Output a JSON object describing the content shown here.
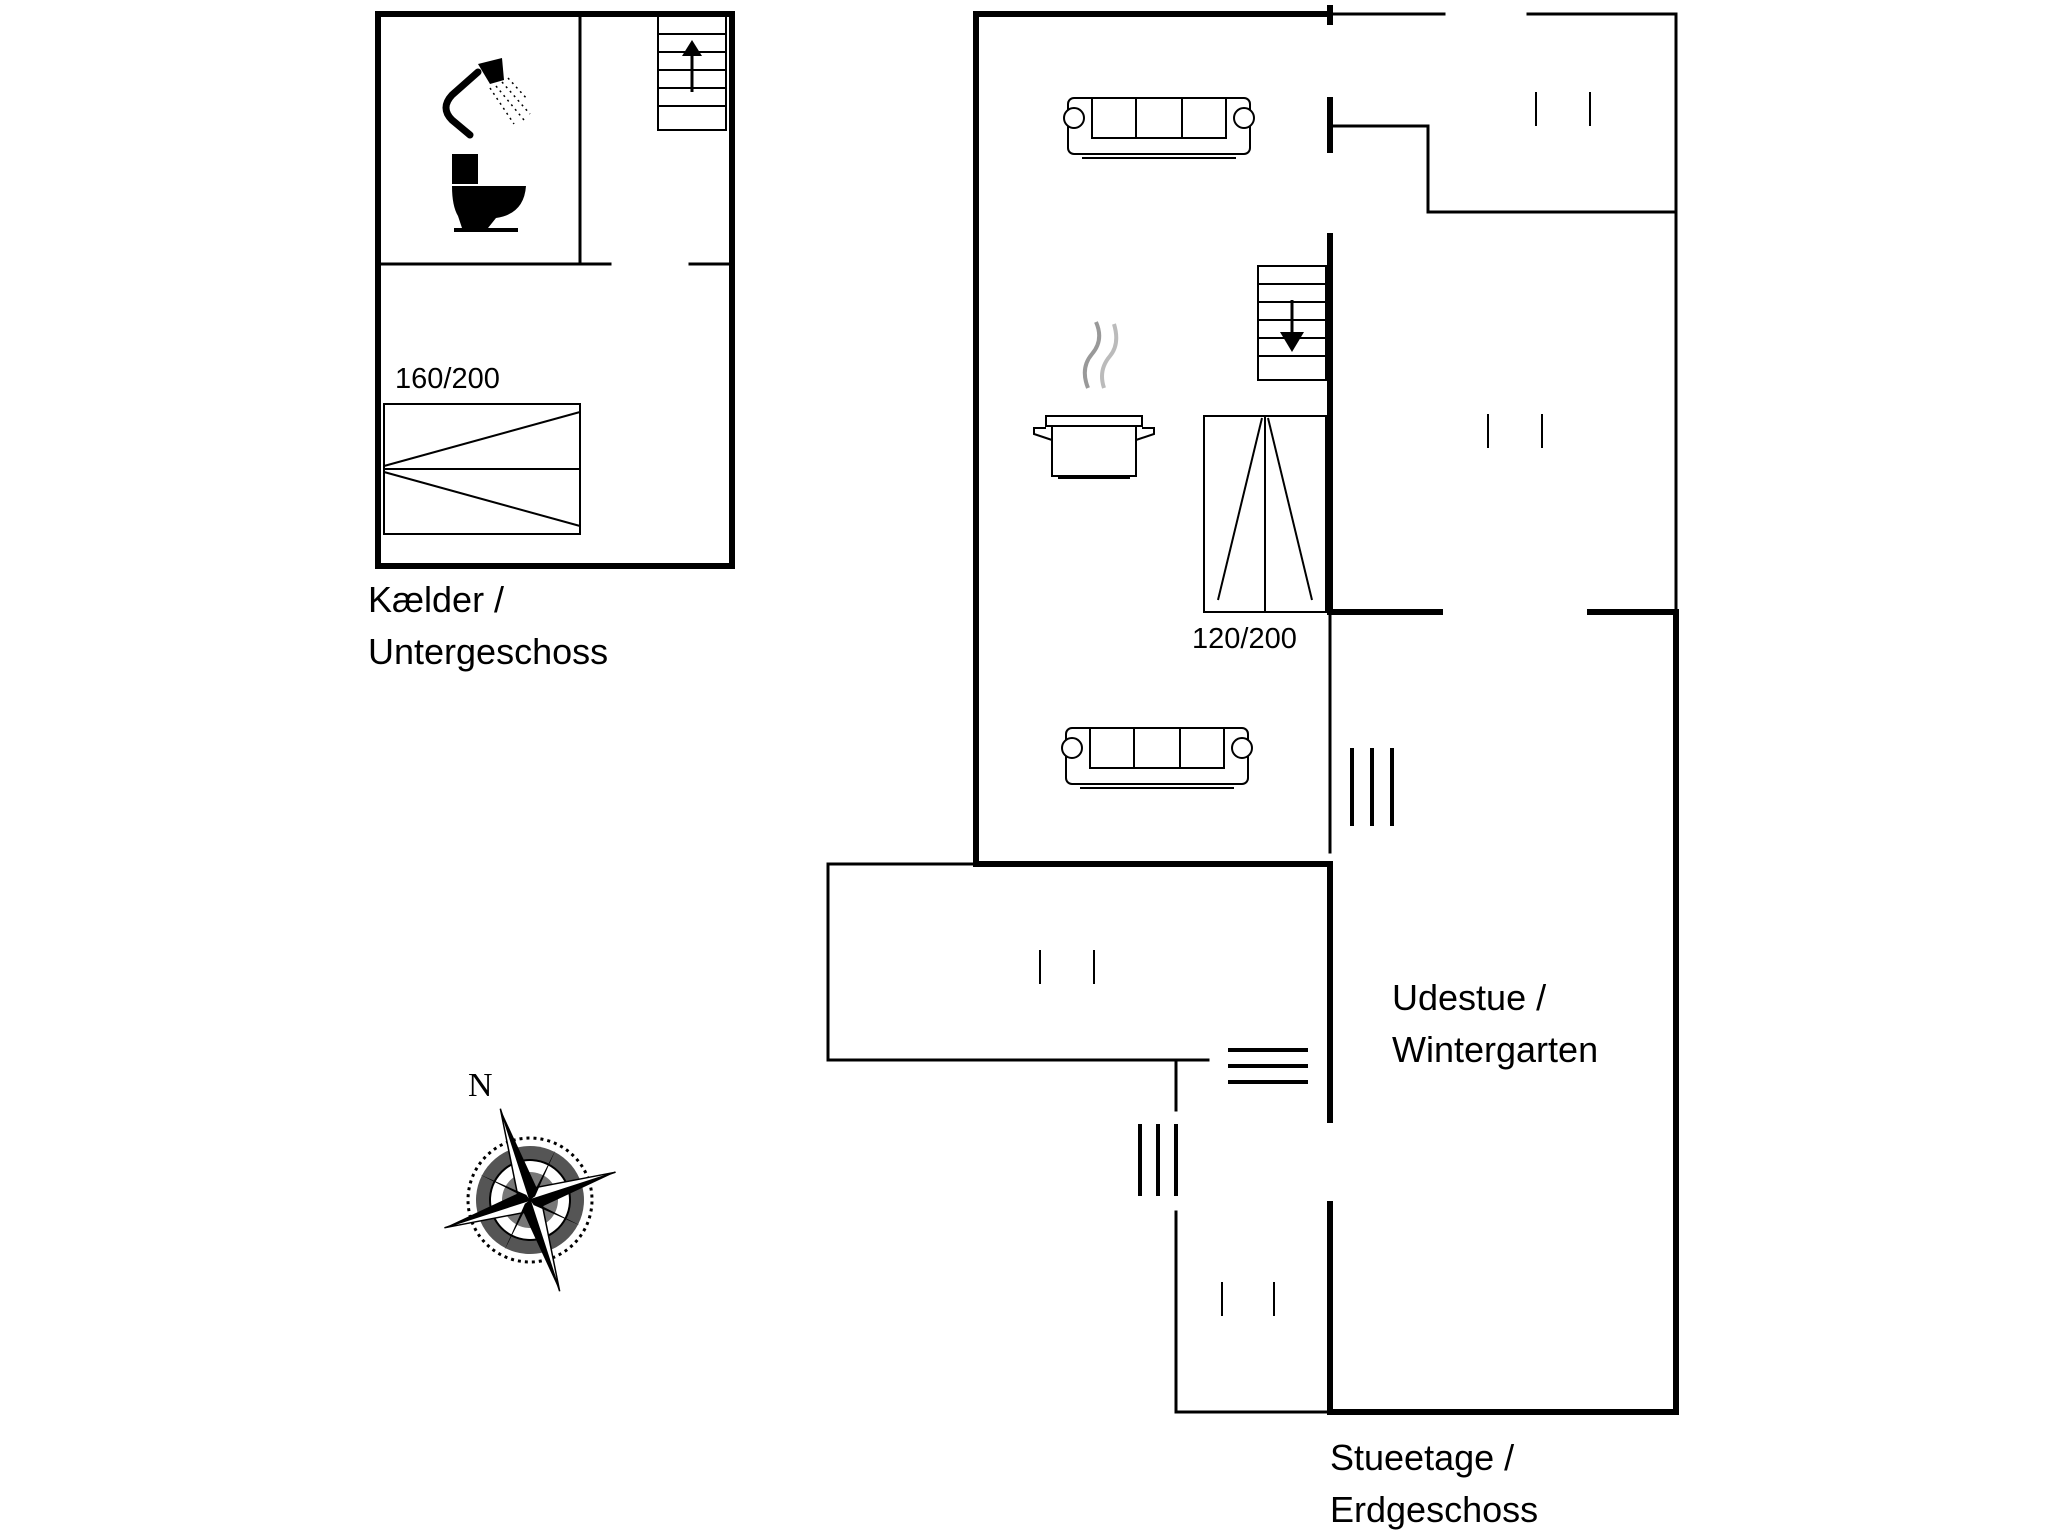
{
  "floors": {
    "basement": {
      "caption_line1": "Kælder /",
      "caption_line2": "Untergeschoss"
    },
    "ground": {
      "caption_line1": "Stueetage /",
      "caption_line2": "Erdgeschoss"
    }
  },
  "rooms": {
    "winter_garden": {
      "line1": "Udestue /",
      "line2": "Wintergarten"
    }
  },
  "beds": {
    "basement_bed": {
      "size": "160/200"
    },
    "ground_bed": {
      "size": "120/200"
    }
  },
  "compass": {
    "label": "N"
  },
  "icons": [
    "shower-icon",
    "toilet-icon",
    "stairs-up-icon",
    "stairs-down-icon",
    "sofa-icon",
    "cooking-pot-icon",
    "compass-rose-icon",
    "window-mark-icon"
  ]
}
